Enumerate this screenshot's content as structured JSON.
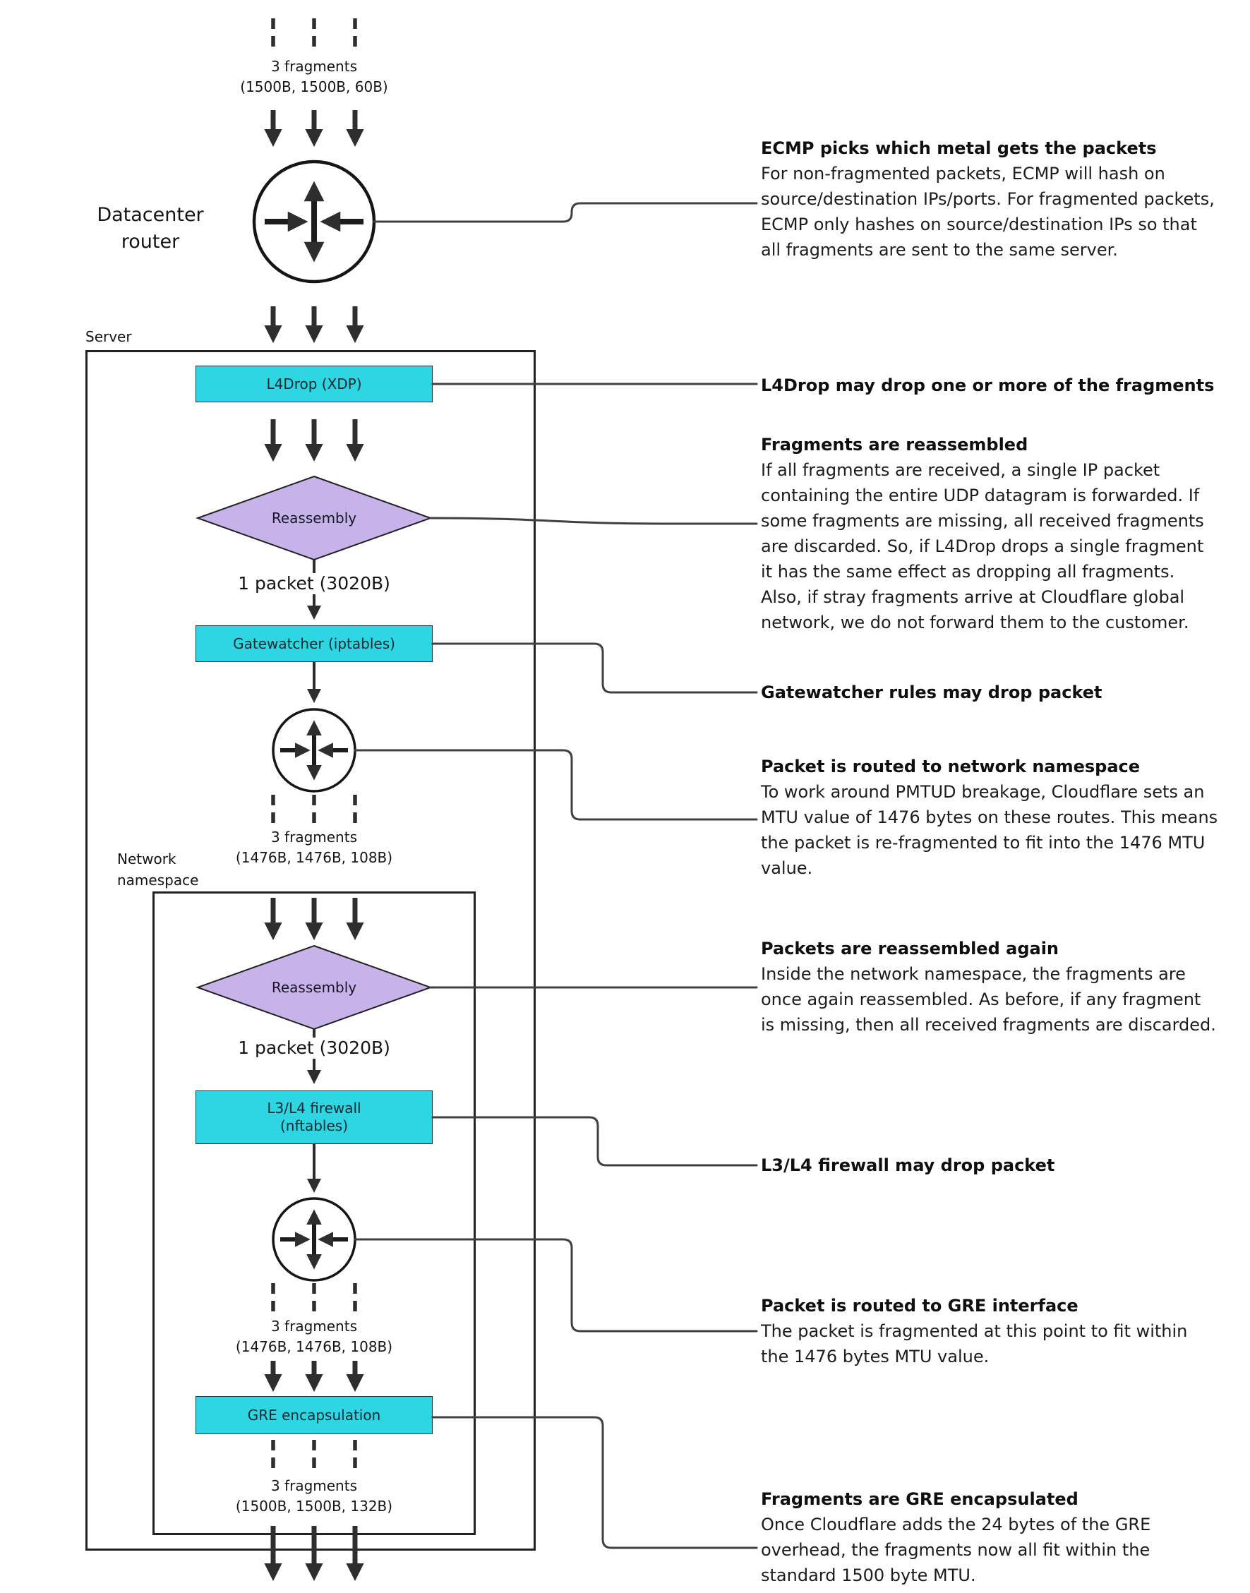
{
  "colors": {
    "node_fill": "#2ed5e3",
    "diamond_fill": "#c7b3e9",
    "arrow": "#2e2e2e",
    "connector": "#404040",
    "box_border": "#222222",
    "text": "#111111",
    "background": "#ffffff"
  },
  "labels": {
    "datacenter_router": "Datacenter router",
    "server": "Server",
    "network_namespace": "Network namespace"
  },
  "nodes": {
    "l4drop": "L4Drop (XDP)",
    "reassembly_1": "Reassembly",
    "gatewatcher": "Gatewatcher (iptables)",
    "reassembly_2": "Reassembly",
    "firewall_line1": "L3/L4 firewall",
    "firewall_line2": "(nftables)",
    "gre": "GRE encapsulation"
  },
  "flow": {
    "incoming_count": "3 fragments",
    "incoming_sizes": "(1500B, 1500B, 60B)",
    "packet_after_reassembly_1": "1 packet (3020B)",
    "refragmented_count_1": "3 fragments",
    "refragmented_sizes_1": "(1476B, 1476B, 108B)",
    "packet_after_reassembly_2": "1 packet (3020B)",
    "refragmented_count_2": "3 fragments",
    "refragmented_sizes_2": "(1476B, 1476B, 108B)",
    "encapsulated_count": "3 fragments",
    "encapsulated_sizes": "(1500B, 1500B, 132B)"
  },
  "annotations": [
    {
      "title": "ECMP picks which metal gets the packets",
      "body": "For non-fragmented packets, ECMP will hash on source/destination IPs/ports. For fragmented packets, ECMP only hashes on source/destination IPs so that all fragments are sent to the same server."
    },
    {
      "title": "L4Drop may drop one or more of the fragments",
      "body": ""
    },
    {
      "title": "Fragments are reassembled",
      "body": "If all fragments are received, a single IP packet containing the entire UDP datagram is forwarded. If some fragments are missing, all received fragments are discarded. So, if L4Drop drops a single fragment it has the same effect as dropping all fragments. Also, if stray fragments arrive at Cloudflare global network, we do not forward them to the customer."
    },
    {
      "title": "Gatewatcher rules may drop packet",
      "body": ""
    },
    {
      "title": "Packet is routed to network namespace",
      "body": "To work around PMTUD breakage, Cloudflare sets an MTU value of 1476 bytes on these routes. This means the packet is re-fragmented to fit into the 1476 MTU value."
    },
    {
      "title": "Packets are reassembled again",
      "body": "Inside the network namespace, the fragments are once again reassembled. As before, if any fragment is missing, then all received fragments are discarded."
    },
    {
      "title": "L3/L4 firewall may drop packet",
      "body": ""
    },
    {
      "title": "Packet is routed to GRE interface",
      "body": "The packet is fragmented at this point to fit within the 1476 bytes MTU value."
    },
    {
      "title": "Fragments are GRE encapsulated",
      "body": "Once Cloudflare adds the 24 bytes of the GRE overhead, the fragments now all fit within the standard 1500 byte MTU."
    }
  ]
}
